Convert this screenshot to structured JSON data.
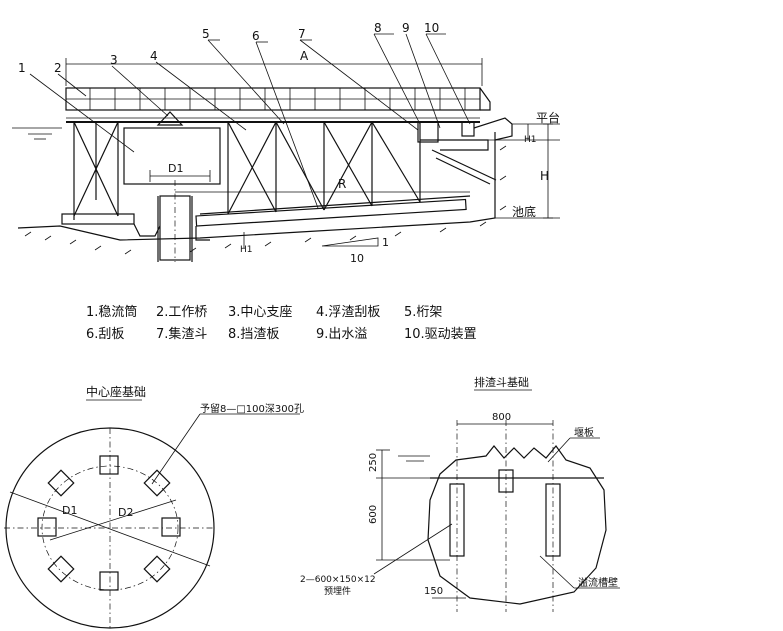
{
  "main_view": {
    "callouts": [
      "1",
      "2",
      "3",
      "4",
      "5",
      "6",
      "7",
      "8",
      "9",
      "10"
    ],
    "dim_A": "A",
    "dim_D1": "D1",
    "dim_R": "R",
    "dim_H": "H",
    "dim_H1": "H1",
    "dim_H1_lower": "H1",
    "label_platform": "平台",
    "label_pool_bottom": "池底",
    "slope_rise": "1",
    "slope_run": "10"
  },
  "legend": {
    "row1": [
      "1.稳流筒",
      "2.工作桥",
      "3.中心支座",
      "4.浮渣刮板",
      "5.桁架"
    ],
    "row2": [
      "6.刮板",
      "7.集渣斗",
      "8.挡渣板",
      "9.出水溢",
      "10.驱动装置"
    ]
  },
  "center_base": {
    "title": "中心座基础",
    "note": "予留8—□100深300孔",
    "label_D1": "D1",
    "label_D2": "D2"
  },
  "slag_base": {
    "title": "排渣斗基础",
    "dim_width": "800",
    "dim_top": "250",
    "dim_middle": "600",
    "dim_bottom": "150",
    "label_weir": "堰板",
    "label_embedded": "2—600×150×12",
    "label_embedded2": "预埋件",
    "label_overflow_wall": "溢流槽壁"
  }
}
